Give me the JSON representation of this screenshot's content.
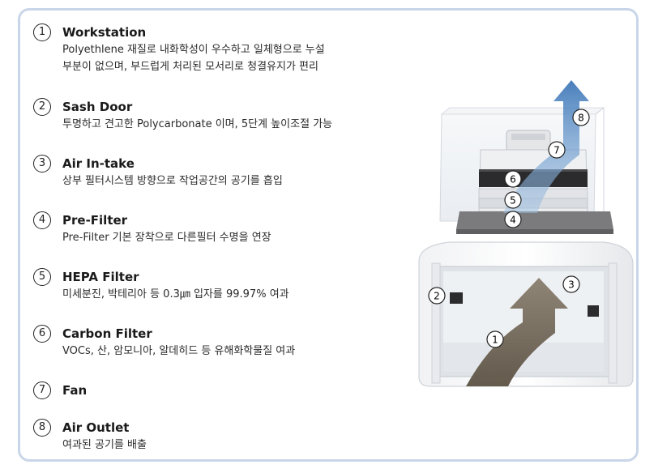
{
  "items": [
    {
      "num": "1",
      "title": "Workstation",
      "lines": [
        "Polyethlene 재질로 내화학성이 우수하고 일체형으로 누설",
        "부분이 없으며, 부드럽게 처리된 모서리로 청결유지가 편리"
      ]
    },
    {
      "num": "2",
      "title": "Sash Door",
      "lines": [
        "투명하고 견고한 Polycarbonate 이며, 5단계 높이조절 가능"
      ]
    },
    {
      "num": "3",
      "title": "Air In-take",
      "lines": [
        "상부 필터시스템 방향으로 작업공간의 공기를 흡입"
      ]
    },
    {
      "num": "4",
      "title": "Pre-Filter",
      "lines": [
        "Pre-Filter 기본 장착으로 다른필터 수명을 연장"
      ]
    },
    {
      "num": "5",
      "title": "HEPA Filter",
      "lines": [
        "미세분진,  박테리아 등 0.3㎛ 입자를 99.97% 여과"
      ]
    },
    {
      "num": "6",
      "title": "Carbon Filter",
      "lines": [
        "VOCs, 산, 암모니아, 알데히드 등 유해화학물질 여과"
      ]
    },
    {
      "num": "7",
      "title": "Fan",
      "lines": []
    },
    {
      "num": "8",
      "title": "Air Outlet",
      "lines": [
        "여과된 공기를 배출"
      ]
    }
  ],
  "diagram": {
    "markers": [
      "1",
      "2",
      "3",
      "4",
      "5",
      "6",
      "7",
      "8"
    ]
  },
  "colors": {
    "frame_border": "#c9d6ea",
    "intake_arrow": "#6e6353",
    "outlet_arrow": "#4a82c0"
  }
}
